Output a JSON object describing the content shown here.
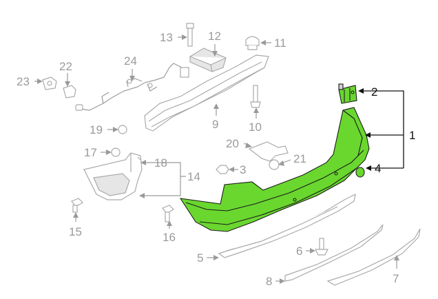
{
  "diagram": {
    "highlight_color": "#6ad72f",
    "outline_color": "#a9a9a9",
    "callouts": [
      {
        "id": "c1",
        "label": "1",
        "highlighted": true
      },
      {
        "id": "c2",
        "label": "2",
        "highlighted": true
      },
      {
        "id": "c3",
        "label": "3",
        "highlighted": false
      },
      {
        "id": "c4",
        "label": "4",
        "highlighted": true
      },
      {
        "id": "c5",
        "label": "5",
        "highlighted": false
      },
      {
        "id": "c6",
        "label": "6",
        "highlighted": false
      },
      {
        "id": "c7",
        "label": "7",
        "highlighted": false
      },
      {
        "id": "c8",
        "label": "8",
        "highlighted": false
      },
      {
        "id": "c9",
        "label": "9",
        "highlighted": false
      },
      {
        "id": "c10",
        "label": "10",
        "highlighted": false
      },
      {
        "id": "c11",
        "label": "11",
        "highlighted": false
      },
      {
        "id": "c12",
        "label": "12",
        "highlighted": false
      },
      {
        "id": "c13",
        "label": "13",
        "highlighted": false
      },
      {
        "id": "c14",
        "label": "14",
        "highlighted": false
      },
      {
        "id": "c15",
        "label": "15",
        "highlighted": false
      },
      {
        "id": "c16",
        "label": "16",
        "highlighted": false
      },
      {
        "id": "c17",
        "label": "17",
        "highlighted": false
      },
      {
        "id": "c18",
        "label": "18",
        "highlighted": false
      },
      {
        "id": "c19",
        "label": "19",
        "highlighted": false
      },
      {
        "id": "c20",
        "label": "20",
        "highlighted": false
      },
      {
        "id": "c21",
        "label": "21",
        "highlighted": false
      },
      {
        "id": "c22",
        "label": "22",
        "highlighted": false
      },
      {
        "id": "c23",
        "label": "23",
        "highlighted": false
      },
      {
        "id": "c24",
        "label": "24",
        "highlighted": false
      }
    ]
  }
}
